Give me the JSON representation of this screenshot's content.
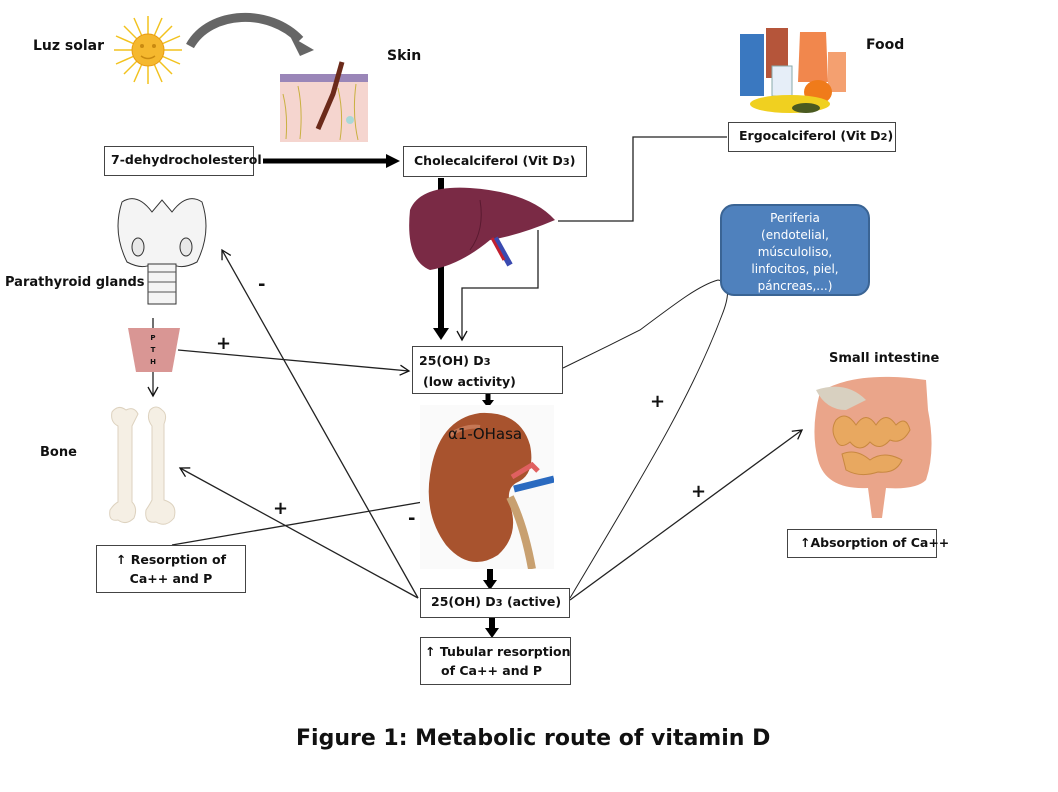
{
  "labels": {
    "sunlight": "Luz solar",
    "skin": "Skin",
    "food": "Food",
    "parathyroid": "Parathyroid glands",
    "bone": "Bone",
    "small_intestine": "Small intestine",
    "enzyme": "α1-OHasa",
    "pth_letters": [
      "P",
      "T",
      "H"
    ]
  },
  "boxes": {
    "dehydrocholesterol": "7-dehydrocholesterol",
    "cholecalciferol": {
      "main": "Cholecalciferol (Vit D",
      "sub": "3",
      "end": ")"
    },
    "ergocalciferol": {
      "main": "Ergocalciferol (Vit D",
      "sub": "2",
      "end": ")"
    },
    "low_activity": {
      "line1_main": "25(OH) D",
      "line1_sub": "3",
      "line2": "(low activity)"
    },
    "active": {
      "main": "25(OH) D",
      "sub": "3",
      "end": " (active)"
    },
    "bone_resorption": {
      "line1": "↑ Resorption of",
      "line2": "Ca++ and P"
    },
    "tubular": {
      "line1": "↑ Tubular resorption",
      "line2": "of Ca++ and P"
    },
    "absorption": "↑Absorption of Ca++"
  },
  "periferia": [
    "Periferia",
    "(endotelial,",
    "músculoliso,",
    "linfocitos, piel,",
    "páncreas,...)"
  ],
  "signs": {
    "pth_to_25oh": "+",
    "active_to_parathyroid": "-",
    "bone_to_kidney": "+",
    "kidney_minus": "-",
    "periferia": "+",
    "intestine": "+"
  },
  "colors": {
    "periferia_fill": "#4f81bd",
    "pth_fill": "#d99694",
    "liver": "#7a2a45",
    "kidney": "#a0522d"
  },
  "caption": "Figure 1: Metabolic route of vitamin D"
}
